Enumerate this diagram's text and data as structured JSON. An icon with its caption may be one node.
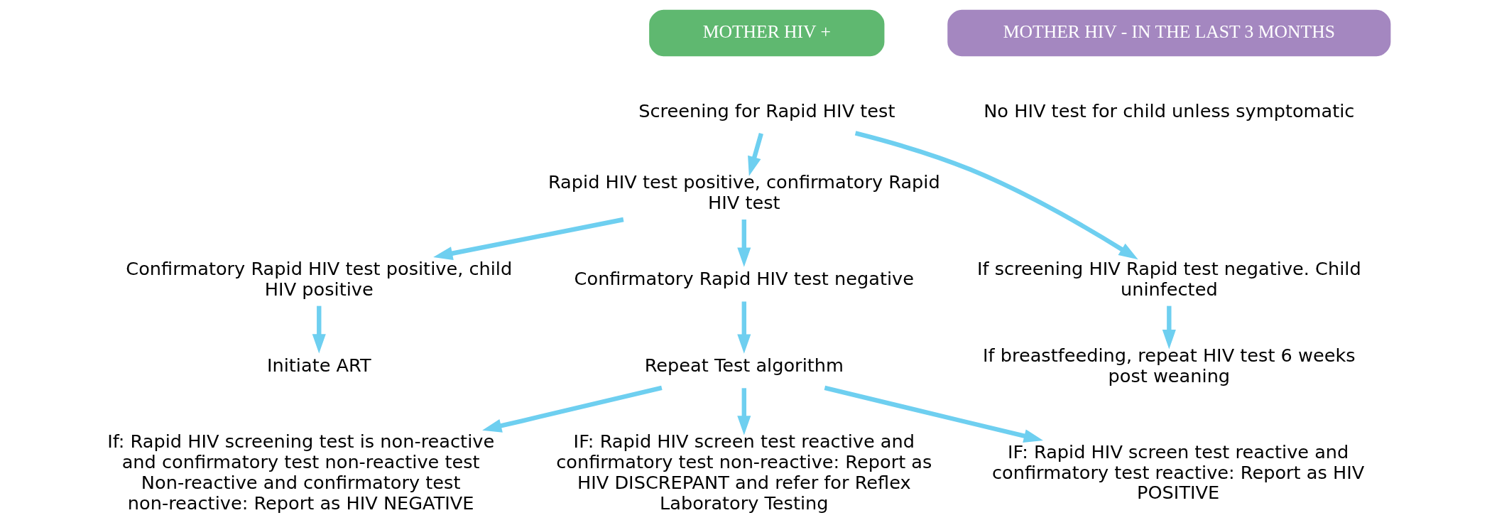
{
  "diagram": {
    "nodes": [
      {
        "text": [
          "MOTHER HIV +"
        ]
      },
      {
        "text": [
          "Screening for Rapid HIV test"
        ]
      },
      {
        "text": [
          "Rapid HIV test positive, confirmatory Rapid HIV test"
        ]
      },
      {
        "text": [
          "Confirmatory Rapid HIV test positive, child HIV positive"
        ]
      },
      {
        "text": [
          "Initiate ART"
        ]
      },
      {
        "text": [
          "Confirmatory Rapid HIV test negative"
        ]
      },
      {
        "text": [
          "Repeat Test algorithm"
        ]
      },
      {
        "text": [
          "If: Rapid HIV screening test is non-reactive and confirmatory test non-reactive test Non-reactive and confirmatory test non-reactive: Report as HIV NEGATIVE"
        ]
      },
      {
        "text": [
          "IF: Rapid HIV screen test reactive and confirmatory test non-reactive: Report as HIV DISCREPANT and refer for Reflex Laboratory Testing"
        ]
      },
      {
        "text": [
          "IF: Rapid HIV screen test reactive and confirmatory test reactive: Report as HIV POSITIVE"
        ]
      },
      {
        "text": [
          "MOTHER HIV - IN THE LAST 3 MONTHS"
        ]
      },
      {
        "text": [
          "No HIV test for child unless symptomatic"
        ]
      },
      {
        "text": [
          "If screening HIV Rapid test negative. Child uninfected"
        ]
      },
      {
        "text": [
          "If breastfeeding, repeat HIV test 6 weeks post weaning"
        ]
      }
    ],
    "edges": [
      {
        "from": 1,
        "to": 2,
        "arrow": "to"
      },
      {
        "from": 2,
        "to": 3,
        "arrow": "to"
      },
      {
        "from": 3,
        "to": 4,
        "arrow": "to"
      },
      {
        "from": 2,
        "to": 5,
        "arrow": "to"
      },
      {
        "from": 5,
        "to": 6,
        "arrow": "to"
      },
      {
        "from": 6,
        "to": 7,
        "arrow": "to"
      },
      {
        "from": 6,
        "to": 8,
        "arrow": "to"
      },
      {
        "from": 6,
        "to": 9,
        "arrow": "to"
      },
      {
        "from": 1,
        "to": 12,
        "arrow": "to"
      },
      {
        "from": 12,
        "to": 13,
        "arrow": "to"
      }
    ]
  }
}
